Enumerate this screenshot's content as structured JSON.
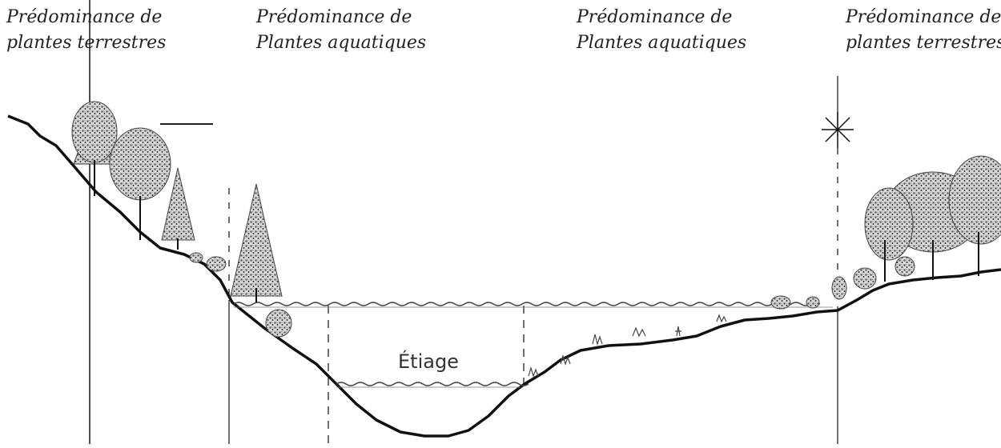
{
  "zones": [
    {
      "line1": "Prédominance de",
      "line2": "plantes terrestres"
    },
    {
      "line1": "Prédominance de",
      "line2": "Plantes aquatiques"
    },
    {
      "line1": "Prédominance de",
      "line2": "Plantes aquatiques"
    },
    {
      "line1": "Prédominance de",
      "line2": "plantes terrestres"
    }
  ],
  "low_water_label": "Étiage",
  "colors": {
    "ink": "#111111",
    "foliage": "#555555",
    "foliage_dark": "#333333",
    "water": "#444444"
  },
  "icons": [
    "conifer-tree-icon",
    "deciduous-tree-icon",
    "shrub-icon",
    "aquatic-plant-icon",
    "sun-star-icon"
  ]
}
